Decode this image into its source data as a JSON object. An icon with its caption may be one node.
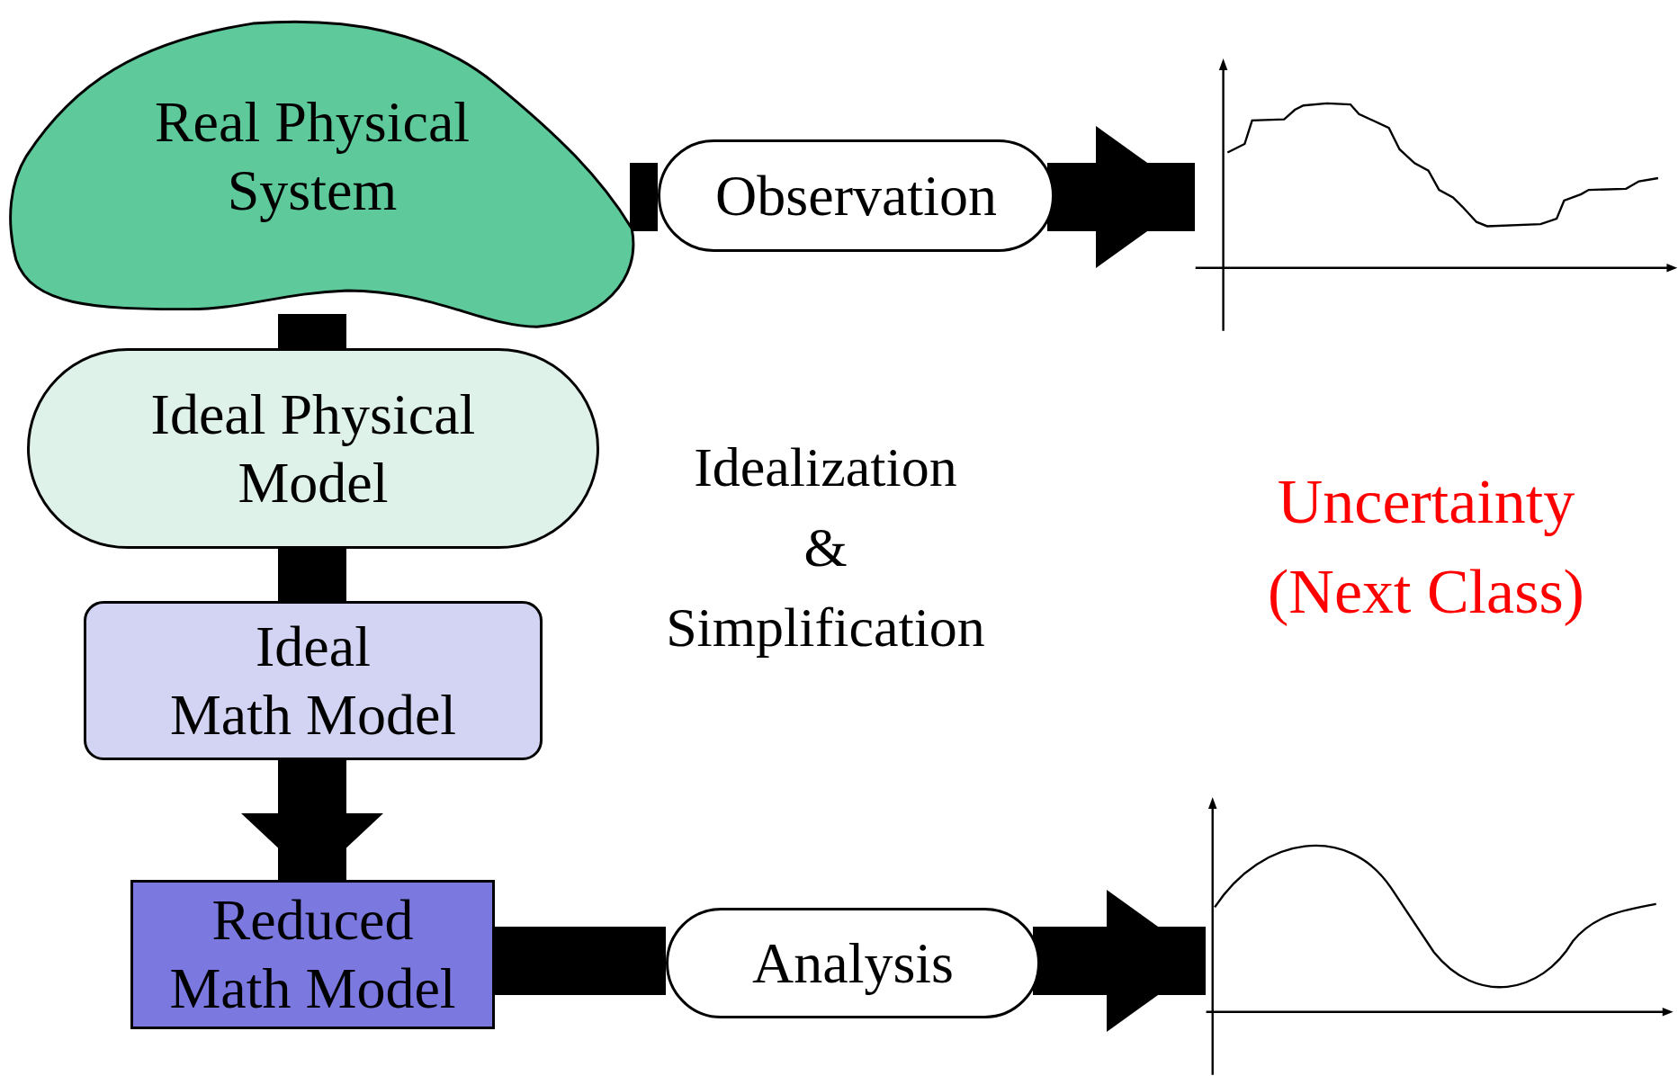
{
  "diagram": {
    "nodes": [
      {
        "text": [
          "Real Physical System"
        ]
      },
      {
        "text": [
          "Observation"
        ]
      },
      {
        "text": [],
        "shape": "picture"
      },
      {
        "text": [
          "Ideal Physical Model"
        ]
      },
      {
        "text": [
          "Ideal",
          "Math Model"
        ]
      },
      {
        "text": [
          "Reduced Math Model"
        ]
      },
      {
        "text": [
          "Analysis"
        ]
      },
      {
        "text": [],
        "shape": "picture"
      }
    ],
    "edges": [
      {
        "from": 0,
        "to": 1,
        "arrow": "none"
      },
      {
        "from": 1,
        "to": 2,
        "arrow": "to"
      },
      {
        "from": 0,
        "to": 3,
        "arrow": "none"
      },
      {
        "from": 3,
        "to": 4,
        "arrow": "none"
      },
      {
        "from": 4,
        "to": 5,
        "arrow": "to"
      },
      {
        "from": 5,
        "to": 6,
        "arrow": "none"
      },
      {
        "from": 6,
        "to": 7,
        "arrow": "to"
      }
    ],
    "labels": [
      "Idealization",
      "&",
      "Simplification",
      "Uncertainty (Next Class)"
    ]
  }
}
